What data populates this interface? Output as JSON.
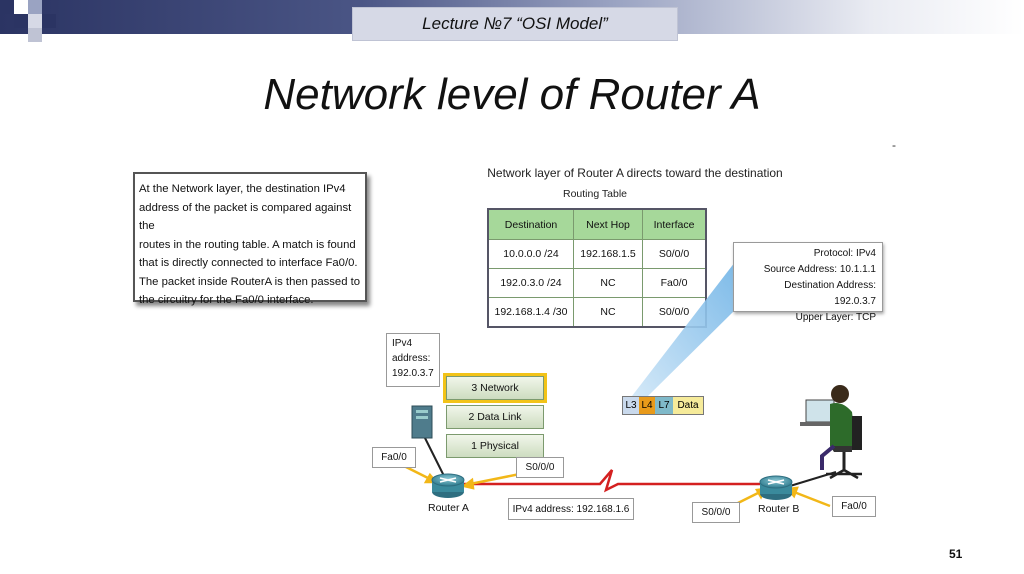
{
  "header": {
    "lecture_title": "Lecture  №7 “OSI Model”"
  },
  "slide_title": "Network level of Router A",
  "note": {
    "lines": [
      "At the Network layer, the destination IPv4",
      "address of the packet is compared against the",
      "routes in the routing table. A match is found",
      "that is directly connected to interface Fa0/0.",
      "The packet inside RouterA is then passed to",
      "the circuitry for the Fa0/0 interface."
    ]
  },
  "diagram": {
    "title": "Network layer of Router A directs toward the destination",
    "routing_table": {
      "title": "Routing Table",
      "headers": [
        "Destination",
        "Next Hop",
        "Interface"
      ],
      "rows": [
        [
          "10.0.0.0 /24",
          "192.168.1.5",
          "S0/0/0"
        ],
        [
          "192.0.3.0 /24",
          "NC",
          "Fa0/0"
        ],
        [
          "192.168.1.4 /30",
          "NC",
          "S0/0/0"
        ]
      ]
    },
    "packet_info": {
      "lines": [
        "Protocol:  IPv4",
        "Source Address:  10.1.1.1",
        "Destination Address:  192.0.3.7",
        "Upper Layer:  TCP"
      ]
    },
    "ipv4_label": [
      "IPv4",
      "address:",
      "192.0.3.7"
    ],
    "layers": [
      "3 Network",
      "2 Data Link",
      "1 Physical"
    ],
    "pdu": {
      "l3": "L3",
      "l4": "L4",
      "l7": "L7",
      "data": "Data"
    },
    "router_a": {
      "name": "Router A",
      "fa_label": "Fa0/0",
      "s_label": "S0/0/0"
    },
    "router_b": {
      "name": "Router B",
      "fa_label": "Fa0/0",
      "s_label": "S0/0/0"
    },
    "link_label": "IPv4 address: 192.168.1.6",
    "dash": "-"
  },
  "page_number": "51",
  "colors": {
    "header_dark": "#2b3463",
    "table_header": "#a6d89a",
    "link_red": "#d42020",
    "highlight": "#f2c318",
    "l3": "#c9d9ec",
    "l4": "#e89a1a",
    "l7": "#7fb9c9",
    "data": "#f6eb9a"
  }
}
